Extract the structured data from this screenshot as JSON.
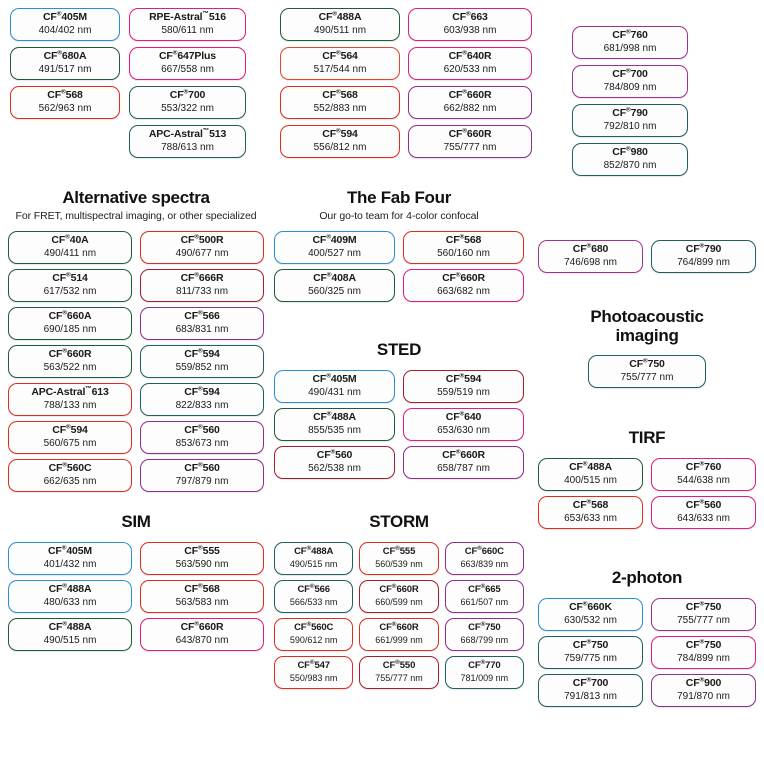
{
  "palette": {
    "blue": "#2b8fd4",
    "green": "#1e5c38",
    "teal": "#1f5f5f",
    "red": "#e02b20",
    "orange_red": "#e4462b",
    "magenta": "#e5197f",
    "pink": "#e5197f",
    "purple": "#8e2e8e",
    "plum": "#a3308f",
    "dark_red": "#a81c2c",
    "crimson": "#c0264a"
  },
  "top_band": {
    "columns": [
      {
        "name": "top-column-1",
        "chips": [
          {
            "name": "CF®405M",
            "spec": "404/402 nm",
            "color": "#2b8fd4"
          },
          {
            "name": "CF®680A",
            "spec": "491/517 nm",
            "color": "#1e5c38"
          },
          {
            "name": "CF®568",
            "spec": "562/963 nm",
            "color": "#e02b20"
          }
        ]
      },
      {
        "name": "top-column-2",
        "chips": [
          {
            "name": "RPE-Astral™516",
            "spec": "580/611 nm",
            "color": "#e5197f"
          },
          {
            "name": "CF®647Plus",
            "spec": "667/558 nm",
            "color": "#e5197f"
          },
          {
            "name": "CF®700",
            "spec": "553/322 nm",
            "color": "#1f5f5f"
          },
          {
            "name": "APC-Astral™513",
            "spec": "788/613 nm",
            "color": "#1f5f5f"
          }
        ]
      },
      {
        "name": "top-column-3",
        "chips": [
          {
            "name": "CF®488A",
            "spec": "490/511 nm",
            "color": "#1e5c38"
          },
          {
            "name": "CF®564",
            "spec": "517/544 nm",
            "color": "#e4462b"
          },
          {
            "name": "CF®568",
            "spec": "552/883 nm",
            "color": "#e02b20"
          },
          {
            "name": "CF®594",
            "spec": "556/812 nm",
            "color": "#e02b20"
          }
        ]
      },
      {
        "name": "top-column-4",
        "chips": [
          {
            "name": "CF®663",
            "spec": "603/938 nm",
            "color": "#e5197f"
          },
          {
            "name": "CF®640R",
            "spec": "620/533 nm",
            "color": "#e5197f"
          },
          {
            "name": "CF®660R",
            "spec": "662/882 nm",
            "color": "#8e2e8e"
          },
          {
            "name": "CF®660R",
            "spec": "755/777 nm",
            "color": "#8e2e8e"
          }
        ]
      },
      {
        "name": "top-column-5",
        "chips": [
          {
            "name": "CF®760",
            "spec": "681/998 nm",
            "color": "#a3308f"
          },
          {
            "name": "CF®700",
            "spec": "784/809 nm",
            "color": "#a3308f"
          },
          {
            "name": "CF®790",
            "spec": "792/810 nm",
            "color": "#1f5f5f"
          },
          {
            "name": "CF®980",
            "spec": "852/870 nm",
            "color": "#1f5f5f"
          }
        ]
      }
    ]
  },
  "sections": {
    "alternative_spectra": {
      "title": "Alternative spectra",
      "subtitle": "For FRET, multispectral imaging, or other specialized",
      "chips": [
        {
          "name": "CF®40A",
          "spec": "490/411 nm",
          "color": "#1e5c38"
        },
        {
          "name": "CF®500R",
          "spec": "490/677 nm",
          "color": "#e02b20"
        },
        {
          "name": "CF®514",
          "spec": "617/532 nm",
          "color": "#1e5c38"
        },
        {
          "name": "CF®666R",
          "spec": "811/733 nm",
          "color": "#a81c2c"
        },
        {
          "name": "CF®660A",
          "spec": "690/185 nm",
          "color": "#1e5c38"
        },
        {
          "name": "CF®566",
          "spec": "683/831 nm",
          "color": "#8e2e8e"
        },
        {
          "name": "CF®660R",
          "spec": "563/522 nm",
          "color": "#1e5c38"
        },
        {
          "name": "CF®594",
          "spec": "559/852 nm",
          "color": "#1f5f5f"
        },
        {
          "name": "APC-Astral™613",
          "spec": "788/133 nm",
          "color": "#e02b20"
        },
        {
          "name": "CF®594",
          "spec": "822/833 nm",
          "color": "#1f5f5f"
        },
        {
          "name": "CF®594",
          "spec": "560/675 nm",
          "color": "#e02b20"
        },
        {
          "name": "CF®560",
          "spec": "853/673 nm",
          "color": "#8e2e8e"
        },
        {
          "name": "CF®560C",
          "spec": "662/635 nm",
          "color": "#e02b20"
        },
        {
          "name": "CF®560",
          "spec": "797/879 nm",
          "color": "#8e2e8e"
        }
      ]
    },
    "fab_four": {
      "title": "The Fab Four",
      "subtitle": "Our go-to team for 4-color confocal",
      "chips": [
        {
          "name": "CF®409M",
          "spec": "400/527 nm",
          "color": "#2b8fd4"
        },
        {
          "name": "CF®568",
          "spec": "560/160 nm",
          "color": "#e02b20"
        },
        {
          "name": "CF®408A",
          "spec": "560/325 nm",
          "color": "#1e5c38"
        },
        {
          "name": "CF®660R",
          "spec": "663/682 nm",
          "color": "#e5197f"
        }
      ]
    },
    "sted": {
      "title": "STED",
      "subtitle": "",
      "chips": [
        {
          "name": "CF®405M",
          "spec": "490/431 nm",
          "color": "#2b8fd4"
        },
        {
          "name": "CF®594",
          "spec": "559/519 nm",
          "color": "#a81c2c"
        },
        {
          "name": "CF®488A",
          "spec": "855/535 nm",
          "color": "#1e5c38"
        },
        {
          "name": "CF®640",
          "spec": "653/630 nm",
          "color": "#e5197f"
        },
        {
          "name": "CF®560",
          "spec": "562/538 nm",
          "color": "#a81c2c"
        },
        {
          "name": "CF®660R",
          "spec": "658/787 nm",
          "color": "#8e2e8e"
        }
      ]
    },
    "sim": {
      "title": "SIM",
      "subtitle": "",
      "chips": [
        {
          "name": "CF®405M",
          "spec": "401/432 nm",
          "color": "#2b8fd4"
        },
        {
          "name": "CF®555",
          "spec": "563/590 nm",
          "color": "#e02b20"
        },
        {
          "name": "CF®488A",
          "spec": "480/633 nm",
          "color": "#2b8fd4"
        },
        {
          "name": "CF®568",
          "spec": "563/583 nm",
          "color": "#e02b20"
        },
        {
          "name": "CF®488A",
          "spec": "490/515 nm",
          "color": "#1e5c38"
        },
        {
          "name": "CF®660R",
          "spec": "643/870 nm",
          "color": "#e5197f"
        }
      ]
    },
    "storm": {
      "title": "STORM",
      "subtitle": "",
      "chips": [
        {
          "name": "CF®488A",
          "spec": "490/515 nm",
          "color": "#1f5f5f"
        },
        {
          "name": "CF®555",
          "spec": "560/539 nm",
          "color": "#e02b20"
        },
        {
          "name": "CF®660C",
          "spec": "663/839 nm",
          "color": "#8e2e8e"
        },
        {
          "name": "CF®566",
          "spec": "566/533 nm",
          "color": "#1f5f5f"
        },
        {
          "name": "CF®660R",
          "spec": "660/599 nm",
          "color": "#a81c2c"
        },
        {
          "name": "CF®665",
          "spec": "661/507 nm",
          "color": "#8e2e8e"
        },
        {
          "name": "CF®560C",
          "spec": "590/612 nm",
          "color": "#e02b20"
        },
        {
          "name": "CF®660R",
          "spec": "661/999 nm",
          "color": "#e02b20"
        },
        {
          "name": "CF®750",
          "spec": "668/799 nm",
          "color": "#8e2e8e"
        },
        {
          "name": "CF®547",
          "spec": "550/983 nm",
          "color": "#e02b20"
        },
        {
          "name": "CF®550",
          "spec": "755/777 nm",
          "color": "#a81c2c"
        },
        {
          "name": "CF®770",
          "spec": "781/009 nm",
          "color": "#1f5f5f"
        }
      ]
    },
    "right_pair": {
      "chips": [
        {
          "name": "CF®680",
          "spec": "746/698 nm",
          "color": "#a3308f"
        },
        {
          "name": "CF®790",
          "spec": "764/899 nm",
          "color": "#1f5f5f"
        }
      ]
    },
    "photoacoustic": {
      "title_line1": "Photoacoustic",
      "title_line2": "imaging",
      "chips": [
        {
          "name": "CF®750",
          "spec": "755/777 nm",
          "color": "#1f5f5f"
        }
      ]
    },
    "tirf": {
      "title": "TIRF",
      "subtitle": "",
      "chips": [
        {
          "name": "CF®488A",
          "spec": "400/515 nm",
          "color": "#1e5c38"
        },
        {
          "name": "CF®760",
          "spec": "544/638 nm",
          "color": "#e5197f"
        },
        {
          "name": "CF®568",
          "spec": "653/633 nm",
          "color": "#e02b20"
        },
        {
          "name": "CF®560",
          "spec": "643/633 nm",
          "color": "#e5197f"
        }
      ]
    },
    "two_photon": {
      "title": "2-photon",
      "subtitle": "",
      "chips": [
        {
          "name": "CF®660K",
          "spec": "630/532 nm",
          "color": "#2b8fd4"
        },
        {
          "name": "CF®750",
          "spec": "755/777 nm",
          "color": "#a3308f"
        },
        {
          "name": "CF®750",
          "spec": "759/775 nm",
          "color": "#1f5f5f"
        },
        {
          "name": "CF®750",
          "spec": "784/899 nm",
          "color": "#e5197f"
        },
        {
          "name": "CF®700",
          "spec": "791/813 nm",
          "color": "#1f5f5f"
        },
        {
          "name": "CF®900",
          "spec": "791/870 nm",
          "color": "#8e2e8e"
        }
      ]
    }
  }
}
